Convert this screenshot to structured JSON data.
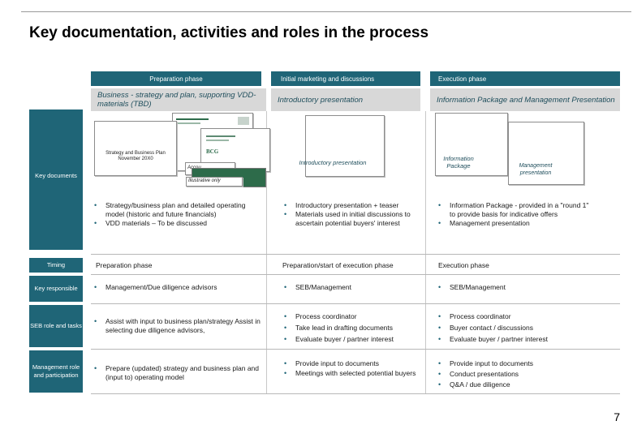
{
  "title": "Key documentation, activities and roles in the process",
  "phases": {
    "prep": {
      "header": "Preparation phase",
      "sub": "Business - strategy and plan, supporting VDD-materials (TBD)"
    },
    "init": {
      "header": "Initial marketing and discussions",
      "sub": "Introductory presentation"
    },
    "exec": {
      "header": "Execution phase",
      "sub": "Information Package and Management Presentation"
    }
  },
  "rows": {
    "key_documents": "Key documents",
    "timing": "Timing",
    "key_responsible": "Key responsible",
    "seb_role": "SEB role and tasks",
    "mgmt_role": "Management role and participation"
  },
  "thumbs": {
    "prep_doc1": "Strategy and Business Plan November 20X0",
    "prep_logo": "BCG",
    "prep_small1": "Accou",
    "prep_small2": "Illustrative only",
    "init_doc": "Introductory presentation",
    "exec_doc1": "Information Package",
    "exec_doc2": "Management presentation"
  },
  "key_docs": {
    "prep": [
      "Strategy/business plan and detailed operating model (historic and future financials)",
      "VDD materials – To be discussed"
    ],
    "init": [
      "Introductory presentation + teaser",
      "Materials used in initial discussions to ascertain potential buyers' interest"
    ],
    "exec": [
      "Information Package - provided in a \"round 1\" to provide basis for indicative offers",
      "Management presentation"
    ]
  },
  "timing": {
    "prep": "Preparation phase",
    "init": "Preparation/start of execution phase",
    "exec": "Execution phase"
  },
  "responsible": {
    "prep": "Management/Due diligence advisors",
    "init": "SEB/Management",
    "exec": "SEB/Management"
  },
  "seb_tasks": {
    "prep": [
      "Assist with input to business plan/strategy Assist in selecting due diligence advisors,"
    ],
    "init": [
      "Process coordinator",
      "Take lead in drafting documents",
      "Evaluate buyer / partner interest"
    ],
    "exec": [
      "Process coordinator",
      "Buyer contact / discussions",
      "Evaluate buyer / partner interest"
    ]
  },
  "mgmt_tasks": {
    "prep": [
      "Prepare (updated) strategy and business plan and (input to) operating model"
    ],
    "init": [
      "Provide input to documents",
      "Meetings with selected potential buyers"
    ],
    "exec": [
      "Provide input to documents",
      "Conduct presentations",
      "Q&A / due diligence"
    ]
  },
  "page_number": "7",
  "colors": {
    "accent": "#1f6577",
    "sub_bg": "#d8d8d8"
  }
}
